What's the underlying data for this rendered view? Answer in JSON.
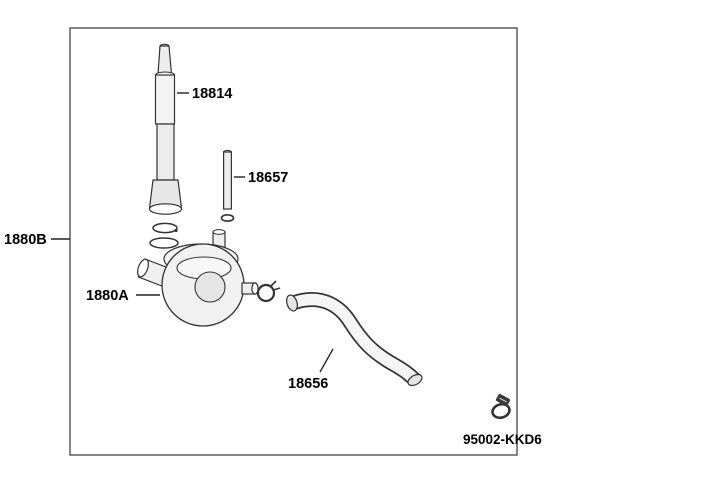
{
  "diagram": {
    "type": "exploded-parts-diagram",
    "frame_color": "#444444",
    "line_color": "#222222",
    "labels": {
      "assembly": "1880B",
      "tube": "18814",
      "pipe": "18657",
      "valve_body": "1880A",
      "hose": "18656",
      "clamp": "95002-KKD6"
    }
  }
}
